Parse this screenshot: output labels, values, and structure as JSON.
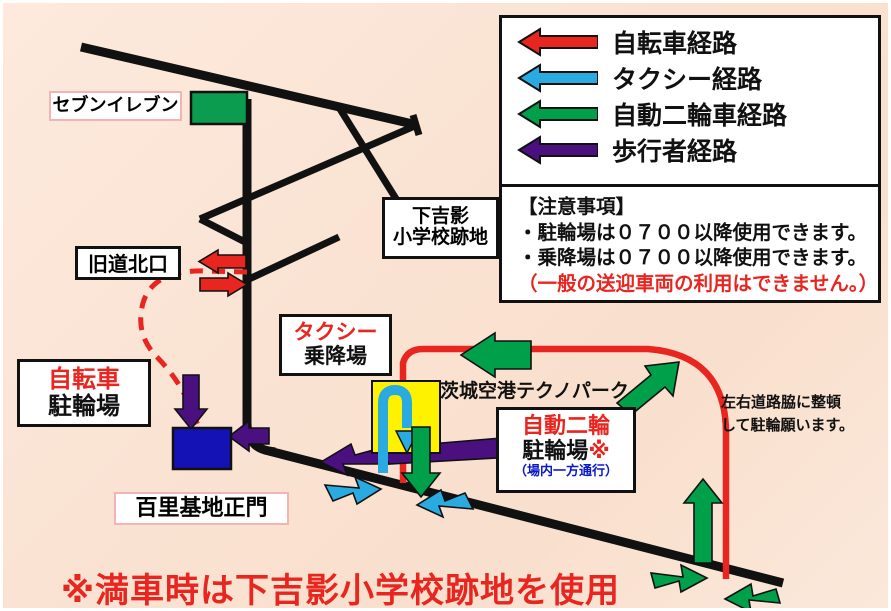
{
  "colors": {
    "background": "#fae3d3",
    "bicycle_red": "#e8251f",
    "taxi_cyan": "#29abe2",
    "motorcycle_green": "#00a04b",
    "pedestrian_purple": "#4b1080",
    "road_black": "#111111",
    "seven_eleven_green": "#0b9c4f",
    "bicycle_lot_blue": "#1412b5",
    "taxi_stop_yellow": "#fff200"
  },
  "legend": {
    "items": [
      {
        "icon": "left-arrow-icon",
        "color": "#e8251f",
        "label": "自転車経路"
      },
      {
        "icon": "left-arrow-icon",
        "color": "#29abe2",
        "label": "タクシー経路"
      },
      {
        "icon": "left-arrow-icon",
        "color": "#00a04b",
        "label": "自動二輪車経路"
      },
      {
        "icon": "left-arrow-icon",
        "color": "#4b1080",
        "label": "歩行者経路"
      }
    ]
  },
  "notes": {
    "heading": "【注意事項】",
    "line1": "・駐輪場は０７００以降使用できます。",
    "line2": "・乗降場は０７００以降使用できます。",
    "line3": "（一般の送迎車両の利用はできません。）"
  },
  "map_labels": {
    "seven_eleven": "セブンイレブン",
    "old_road_north_gate": "旧道北口",
    "school_site_line1": "下吉影",
    "school_site_line2": "小学校跡地",
    "taxi_stop_line1": "タクシー",
    "taxi_stop_line2": "乗降場",
    "bicycle_lot_line1": "自転車",
    "bicycle_lot_line2": "駐輪場",
    "hyakuri_main_gate": "百里基地正門",
    "technopark": "茨城空港テクノパーク",
    "motorcycle_lot_line1": "自動二輪",
    "motorcycle_lot_line2": "駐輪場",
    "motorcycle_lot_mark": "※",
    "motorcycle_lot_line3": "（場内一方通行）"
  },
  "side_note": {
    "line1": "左右道路脇に整頓",
    "line2": "して駐輪願います。"
  },
  "bottom_note": "※満車時は下吉影小学校跡地を使用"
}
